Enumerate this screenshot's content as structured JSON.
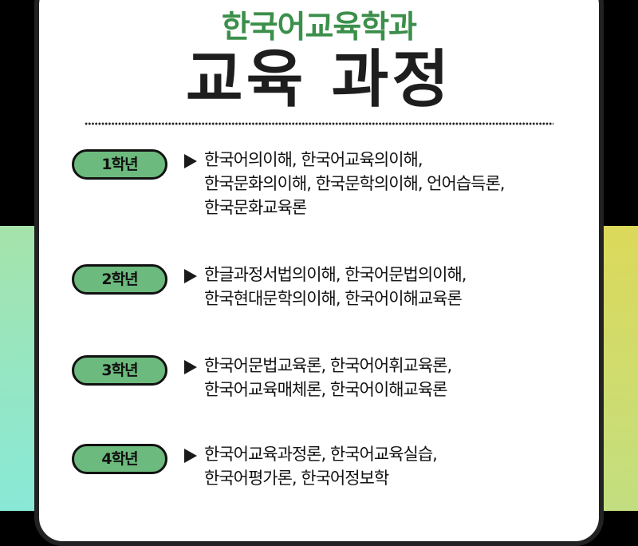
{
  "header": {
    "subtitle": "한국어교육학과",
    "title": "교육 과정"
  },
  "colors": {
    "subtitle_green": "#3b8f4a",
    "badge_fill": "#6cba7d",
    "title_dark": "#1e1e1e",
    "card_border": "#222222",
    "bg_top": "#000000",
    "bg_left_gradient": [
      "#a6e3aa",
      "#86e9da"
    ],
    "bg_right_gradient": [
      "#dcd95a",
      "#c0df84"
    ]
  },
  "grades": [
    {
      "label": "1학년",
      "icon": "triangle-right-icon",
      "lines": [
        "한국어의이해, 한국어교육의이해,",
        "한국문화의이해, 한국문학의이해, 언어습득론,",
        "한국문화교육론"
      ]
    },
    {
      "label": "2학년",
      "icon": "triangle-right-icon",
      "lines": [
        "한글과정서법의이해, 한국어문법의이해,",
        "한국현대문학의이해, 한국어이해교육론"
      ]
    },
    {
      "label": "3학년",
      "icon": "triangle-right-icon",
      "lines": [
        "한국어문법교육론, 한국어어휘교육론,",
        "한국어교육매체론, 한국어이해교육론"
      ]
    },
    {
      "label": "4학년",
      "icon": "triangle-right-icon",
      "lines": [
        "한국어교육과정론, 한국어교육실습,",
        "한국어평가론, 한국어정보학"
      ]
    }
  ]
}
